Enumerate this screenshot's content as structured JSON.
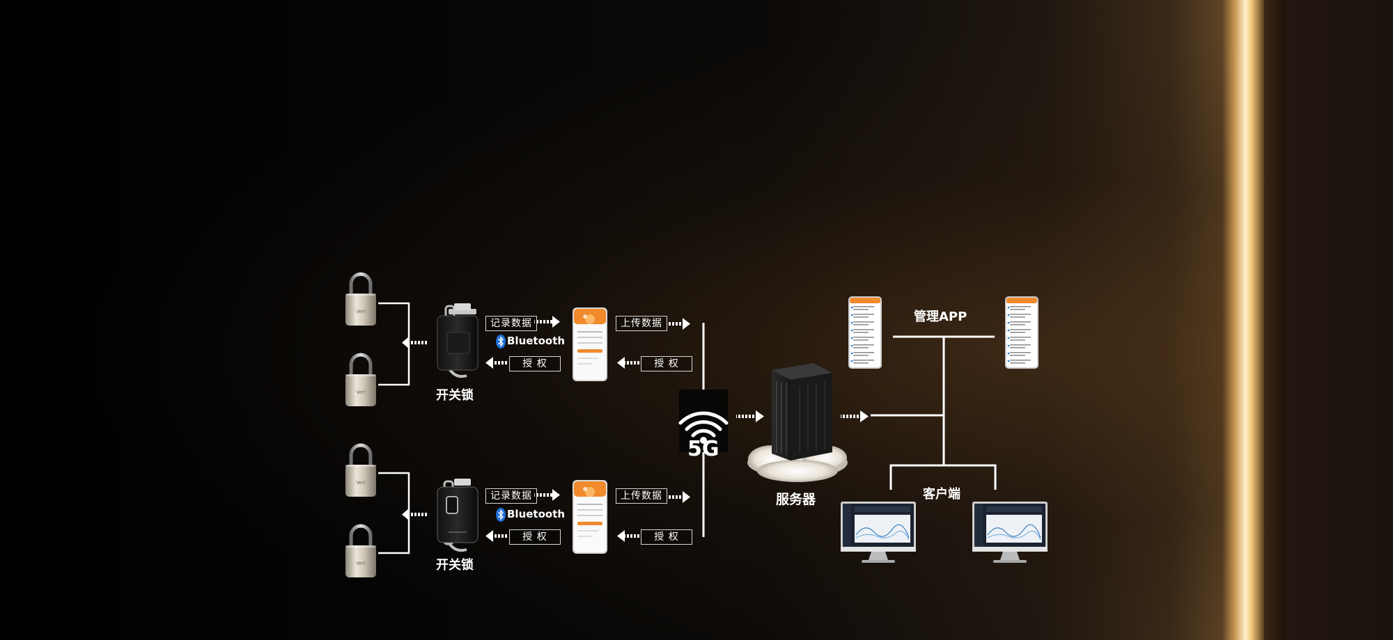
{
  "labels": {
    "lock_top": "开关锁",
    "lock_bottom": "开关锁",
    "record_top": "记录数据",
    "record_bottom": "记录数据",
    "auth1_top": "授 权",
    "auth1_bottom": "授 权",
    "upload_top": "上传数据",
    "upload_bottom": "上传数据",
    "auth2_top": "授 权",
    "auth2_bottom": "授 权",
    "bluetooth_top": "Bluetooth",
    "bluetooth_bottom": "Bluetooth",
    "network": "5G",
    "server": "服务器",
    "manage_app": "管理APP",
    "client": "客户端"
  },
  "colors": {
    "line": "#ffffff",
    "bluetooth_blue": "#1e6fd9",
    "app_orange": "#f08a2c",
    "light_beam": "#f6d49a"
  }
}
